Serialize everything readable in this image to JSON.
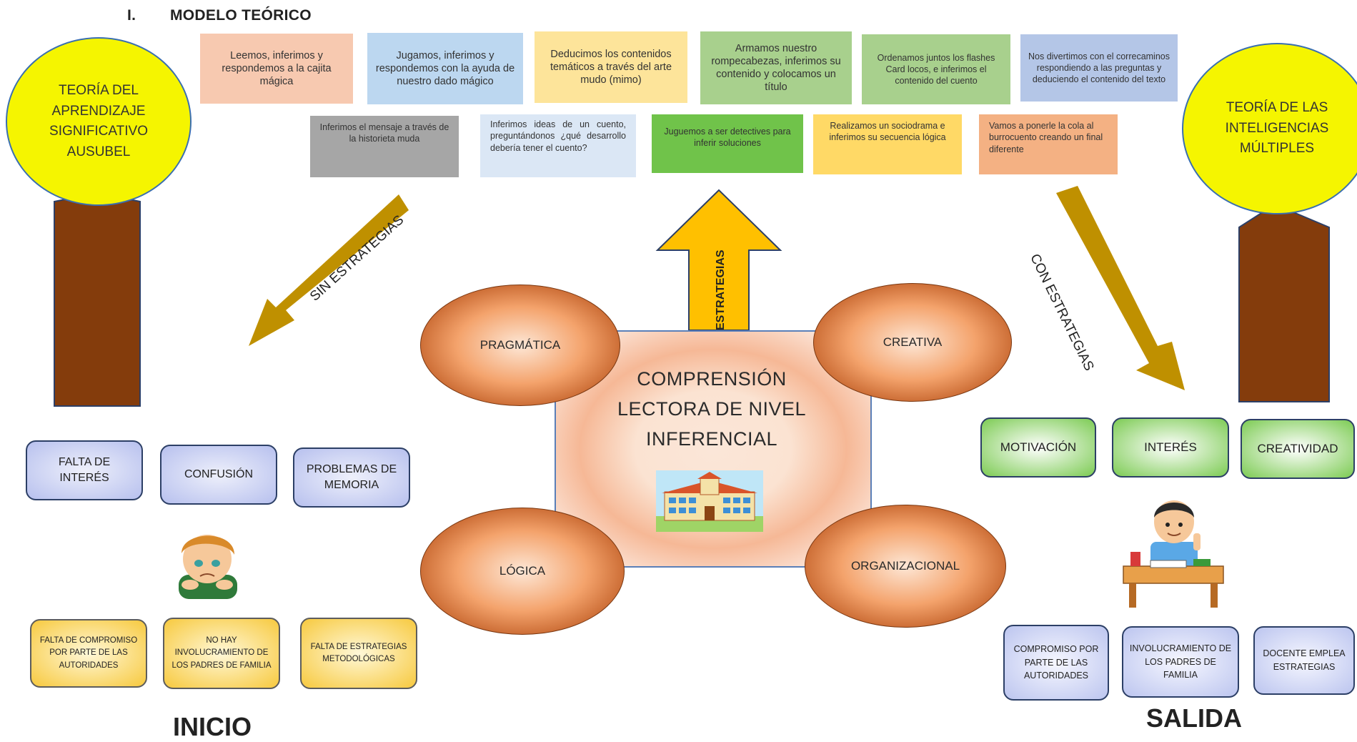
{
  "heading": {
    "number": "I.",
    "title": "MODELO TEÓRICO"
  },
  "theory_left": "TEORÍA DEL APRENDIZAJE SIGNIFICATIVO AUSUBEL",
  "theory_right": "TEORÍA DE LAS INTELIGENCIAS MÚLTIPLES",
  "strategies_row1": [
    {
      "text": "Leemos, inferimos y respondemos a la cajita mágica",
      "color": "#f7c9b0"
    },
    {
      "text": "Jugamos, inferimos y respondemos con la ayuda de nuestro dado mágico",
      "color": "#bcd7f0"
    },
    {
      "text": "Deducimos los contenidos temáticos a través del arte mudo (mimo)",
      "color": "#fde49a"
    },
    {
      "text": "Armamos nuestro rompecabezas, inferimos su contenido y colocamos un título",
      "color": "#a8d08d"
    },
    {
      "text": "Ordenamos juntos los flashes Card locos, e inferimos el contenido del cuento",
      "color": "#a8d08d"
    },
    {
      "text": "Nos divertimos con el correcaminos respondiendo a las preguntas y deduciendo el contenido del texto",
      "color": "#b4c6e7"
    }
  ],
  "strategies_row2": [
    {
      "text": "Inferimos el mensaje a través de la historieta muda",
      "color": "#a6a6a6"
    },
    {
      "text": "Inferimos ideas de un cuento, preguntándonos ¿qué desarrollo debería tener el cuento?",
      "color": "#dbe7f5"
    },
    {
      "text": "Juguemos a ser detectives para inferir soluciones",
      "color": "#70c34a"
    },
    {
      "text": "Realizamos un sociodrama e inferimos su secuencia lógica",
      "color": "#ffd966"
    },
    {
      "text": "Vamos a ponerle la cola al burrocuento creando un final diferente",
      "color": "#f4b183"
    }
  ],
  "arrows": {
    "left": "SIN ESTRATEGIAS",
    "up": "ESTRATEGIAS",
    "right": "CON ESTRATEGIAS"
  },
  "center_title": "COMPRENSIÓN LECTORA DE NIVEL INFERENCIAL",
  "ovals": {
    "top_left": "PRAGMÁTICA",
    "top_right": "CREATIVA",
    "bottom_left": "LÓGICA",
    "bottom_right": "ORGANIZACIONAL"
  },
  "inicio_problems": [
    "FALTA DE INTERÉS",
    "CONFUSIÓN",
    "PROBLEMAS DE MEMORIA"
  ],
  "inicio_causes": [
    "FALTA DE COMPROMISO POR PARTE DE LAS AUTORIDADES",
    "NO HAY INVOLUCRAMIENTO DE LOS PADRES DE FAMILIA",
    "FALTA DE ESTRATEGIAS METODOLÓGICAS"
  ],
  "salida_outcomes": [
    "MOTIVACIÓN",
    "INTERÉS",
    "CREATIVIDAD"
  ],
  "salida_actions": [
    "COMPROMISO POR PARTE DE LAS AUTORIDADES",
    "INVOLUCRAMIENTO DE LOS PADRES DE FAMILIA",
    "DOCENTE EMPLEA ESTRATEGIAS"
  ],
  "labels": {
    "inicio": "INICIO",
    "salida": "SALIDA"
  },
  "colors": {
    "circle": "#f5f500",
    "trunk": "#843c0c",
    "arrow": "#bf9000",
    "up_arrow": "#ffc000"
  }
}
